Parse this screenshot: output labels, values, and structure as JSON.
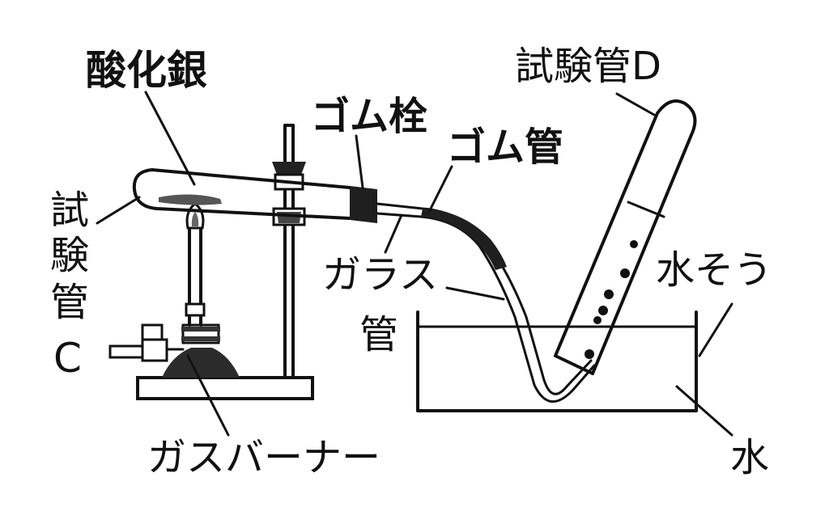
{
  "labels": {
    "silver_oxide": "酸化銀",
    "test_tube_c": "試験管C",
    "test_tube_c_chars": [
      "試",
      "験",
      "管",
      "C"
    ],
    "rubber_stopper": "ゴム栓",
    "rubber_tube": "ゴム管",
    "glass_tube_line1": "ガラス",
    "glass_tube_line2": "管",
    "test_tube_d": "試験管D",
    "water_tank": "水そう",
    "water": "水",
    "gas_burner": "ガスバーナー"
  }
}
